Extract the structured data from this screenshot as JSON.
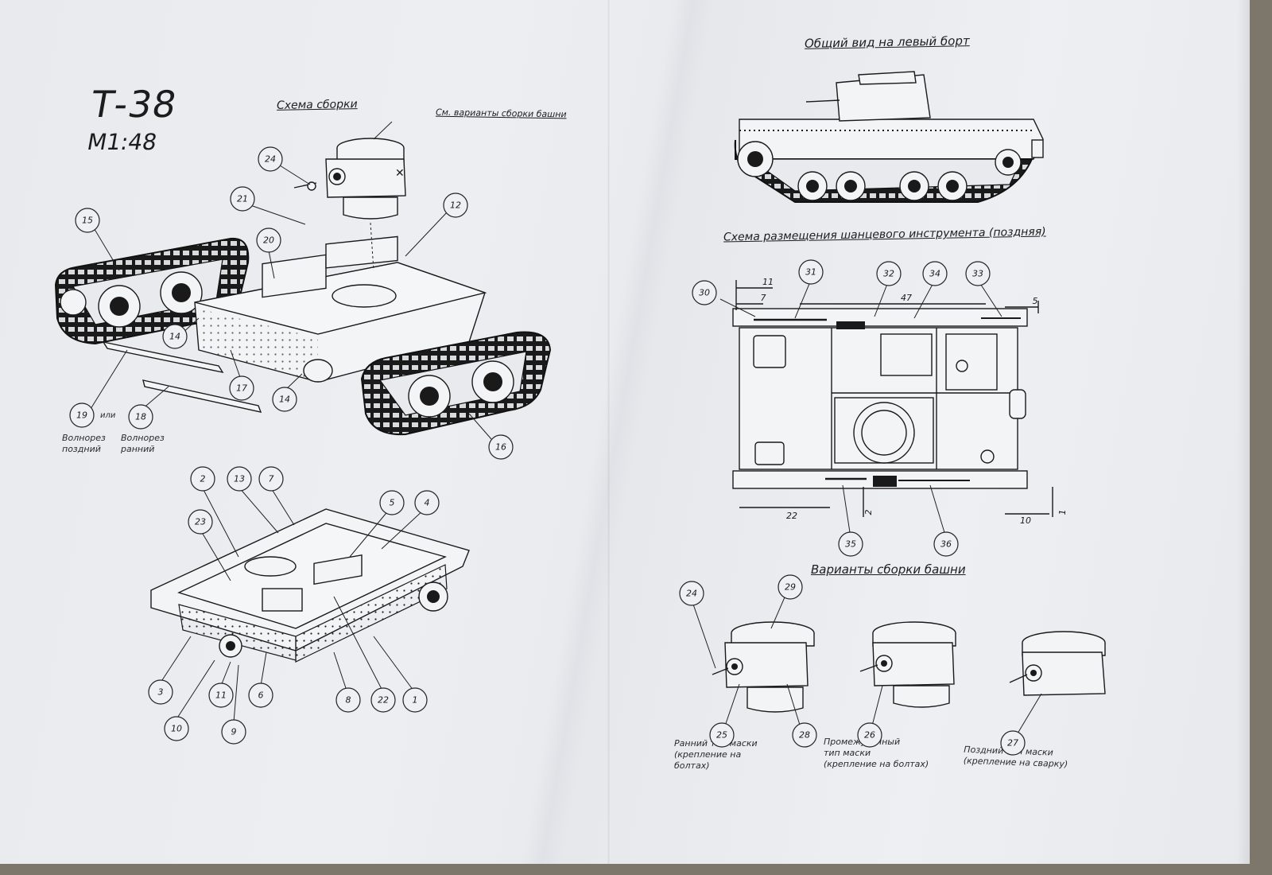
{
  "title": "Т-38",
  "scale": "М1:48",
  "sections": {
    "assembly": "Схема сборки",
    "turret_ref": "См. варианты сборки башни",
    "side_view": "Общий вид на левый борт",
    "tools": "Схема размещения шанцевого инструмента (поздняя)",
    "turret_variants": "Варианты сборки башни"
  },
  "notes": {
    "ili": "или",
    "breakwater_late": [
      "Волнорез",
      "поздний"
    ],
    "breakwater_early": [
      "Волнорез",
      "ранний"
    ],
    "mask_early": [
      "Ранний тип маски",
      "(крепление на",
      "болтах)"
    ],
    "mask_mid": [
      "Промежуточный",
      "тип маски",
      "(крепление на болтах)"
    ],
    "mask_late": [
      "Поздний тип маски",
      "(крепление на сварку)"
    ]
  },
  "dimensions": [
    "11",
    "7",
    "47",
    "5",
    "22",
    "2",
    "10",
    "1"
  ],
  "callouts": {
    "assembly": [
      "24",
      "21",
      "15",
      "20",
      "12",
      "14",
      "17",
      "14",
      "19",
      "18",
      "16"
    ],
    "hull": [
      "2",
      "13",
      "7",
      "5",
      "4",
      "23",
      "3",
      "10",
      "11",
      "9",
      "6",
      "8",
      "22",
      "1"
    ],
    "tools": [
      "30",
      "31",
      "32",
      "34",
      "33",
      "35",
      "36"
    ],
    "turrets": [
      "24",
      "29",
      "25",
      "28",
      "26",
      "27"
    ]
  }
}
